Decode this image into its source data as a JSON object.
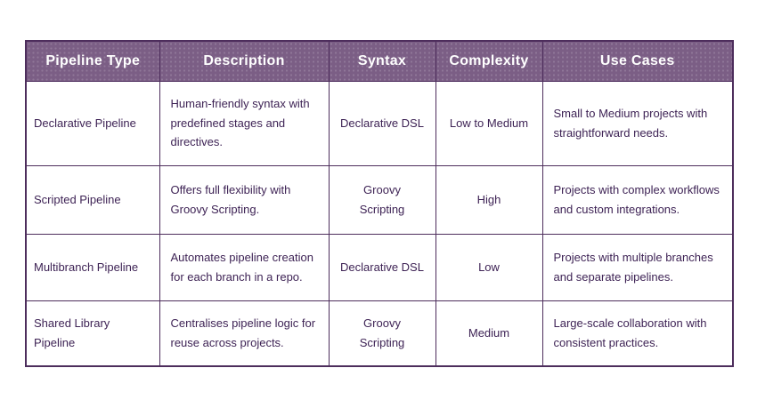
{
  "chart_data": {
    "type": "table",
    "columns": [
      "Pipeline Type",
      "Description",
      "Syntax",
      "Complexity",
      "Use Cases"
    ],
    "rows": [
      [
        "Declarative Pipeline",
        "Human-friendly syntax with predefined stages and directives.",
        "Declarative DSL",
        "Low to Medium",
        "Small to Medium projects with straightforward needs."
      ],
      [
        "Scripted Pipeline",
        "Offers full flexibility with Groovy Scripting.",
        "Groovy Scripting",
        "High",
        "Projects with complex workflows and custom integrations."
      ],
      [
        "Multibranch Pipeline",
        "Automates pipeline creation for each branch in a repo.",
        "Declarative DSL",
        "Low",
        "Projects with multiple branches and separate pipelines."
      ],
      [
        "Shared Library Pipeline",
        "Centralises pipeline logic for reuse across projects.",
        "Groovy Scripting",
        "Medium",
        "Large-scale collaboration with consistent practices."
      ]
    ],
    "layout_hints": {
      "header_position": "top",
      "left_aligned_columns": [
        "Pipeline Type",
        "Description",
        "Use Cases"
      ],
      "center_aligned_columns": [
        "Syntax",
        "Complexity"
      ]
    }
  },
  "colors": {
    "header-bg": "#7b5e85",
    "header-text": "#ffffff",
    "body-text": "#3e2355",
    "border": "#4d2d5c",
    "page-bg": "#ffffff"
  }
}
